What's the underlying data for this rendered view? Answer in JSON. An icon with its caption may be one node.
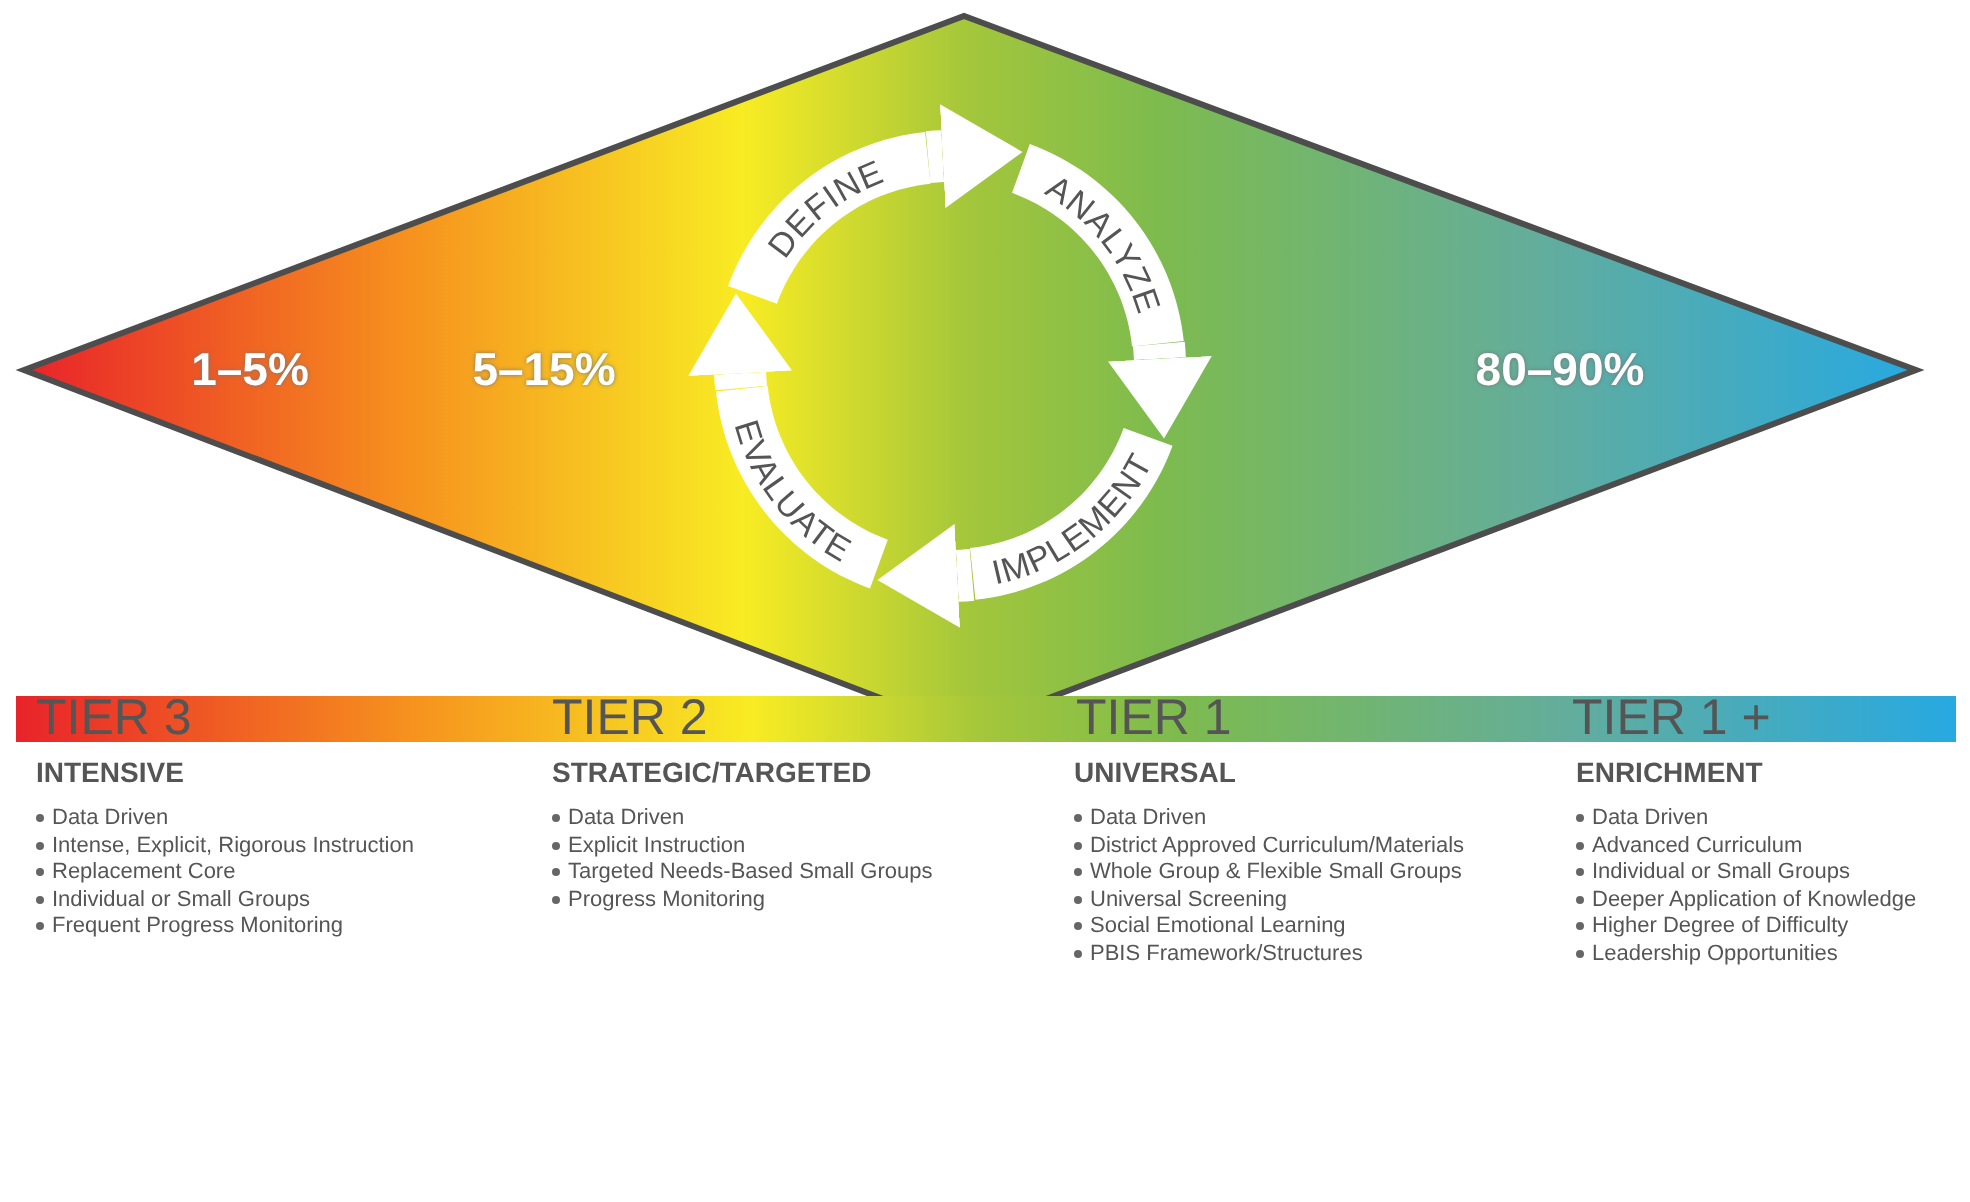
{
  "diagram": {
    "nodes": [
      {
        "text": [
          "1–5%",
          "5–15%",
          "80–90%"
        ]
      },
      {
        "text": [
          "DEFINE"
        ],
        "in": 0
      },
      {
        "text": [
          "ANALYZE"
        ],
        "in": 0
      },
      {
        "text": [
          "IMPLEMENT"
        ],
        "in": 0
      },
      {
        "text": [
          "EVALUATE"
        ],
        "in": 0
      },
      {
        "text": [
          "TIER 3",
          "TIER 2",
          "TIER 1",
          "TIER 1 +"
        ]
      }
    ],
    "edges": [
      {
        "from": 1,
        "to": 2,
        "arrow": "to"
      },
      {
        "from": 2,
        "to": 3,
        "arrow": "to"
      },
      {
        "from": 3,
        "to": 4,
        "arrow": "to"
      },
      {
        "from": 4,
        "to": 1,
        "arrow": "to"
      }
    ],
    "labels": [
      "INTENSIVE",
      "Data Driven",
      "Intense, Explicit, Rigorous Instruction",
      "Replacement Core",
      "Individual or Small Groups",
      "Frequent Progress Monitoring",
      "STRATEGIC/TARGETED",
      "Data Driven",
      "Explicit Instruction",
      "Targeted Needs-Based Small Groups",
      "Progress Monitoring",
      "UNIVERSAL",
      "Data Driven",
      "District Approved Curriculum/Materials",
      "Whole Group & Flexible Small Groups",
      "Universal Screening",
      "Social Emotional Learning",
      "PBIS Framework/Structures",
      "ENRICHMENT",
      "Data Driven",
      "Advanced Curriculum",
      "Individual or Small Groups",
      "Deeper Application of Knowledge",
      "Higher Degree of Difficulty",
      "Leadership Opportunities"
    ]
  }
}
